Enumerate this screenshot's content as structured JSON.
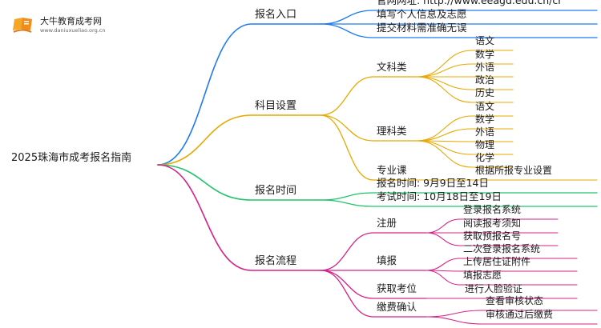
{
  "logo": {
    "title": "大牛教育成考网",
    "url": "www.daniuxueliao.org.cn",
    "icon": "book-logo-icon"
  },
  "mindmap": {
    "root": "2025珠海市成考报名指南",
    "branches": [
      {
        "label": "报名入口",
        "color": "#1e7bf0",
        "children": [
          {
            "label": "官网网址: http://www.eeagd.edu.cn/cr"
          },
          {
            "label": "填写个人信息及志愿"
          },
          {
            "label": "提交材料需准确无误"
          }
        ]
      },
      {
        "label": "科目设置",
        "color": "#e8a800",
        "children": [
          {
            "label": "文科类",
            "children": [
              "语文",
              "数学",
              "外语",
              "政治",
              "历史"
            ]
          },
          {
            "label": "理科类",
            "children": [
              "语文",
              "数学",
              "外语",
              "物理",
              "化学"
            ]
          },
          {
            "label": "专业课",
            "children": [
              "根据所报专业设置"
            ]
          }
        ]
      },
      {
        "label": "报名时间",
        "color": "#1ec46a",
        "children": [
          {
            "label": "报名时间: 9月9日至14日"
          },
          {
            "label": "考试时间: 10月18日至19日"
          }
        ]
      },
      {
        "label": "报名流程",
        "color": "#d4238a",
        "children": [
          {
            "label": "注册",
            "children": [
              "登录报名系统",
              "阅读报考须知",
              "获取预报名号"
            ]
          },
          {
            "label": "填报",
            "children": [
              "二次登录报名系统",
              "上传居住证附件",
              "填报志愿"
            ]
          },
          {
            "label": "获取考位",
            "children": [
              "进行人脸验证"
            ]
          },
          {
            "label": "缴费确认",
            "children": [
              "查看审核状态",
              "审核通过后缴费"
            ]
          }
        ]
      }
    ]
  }
}
